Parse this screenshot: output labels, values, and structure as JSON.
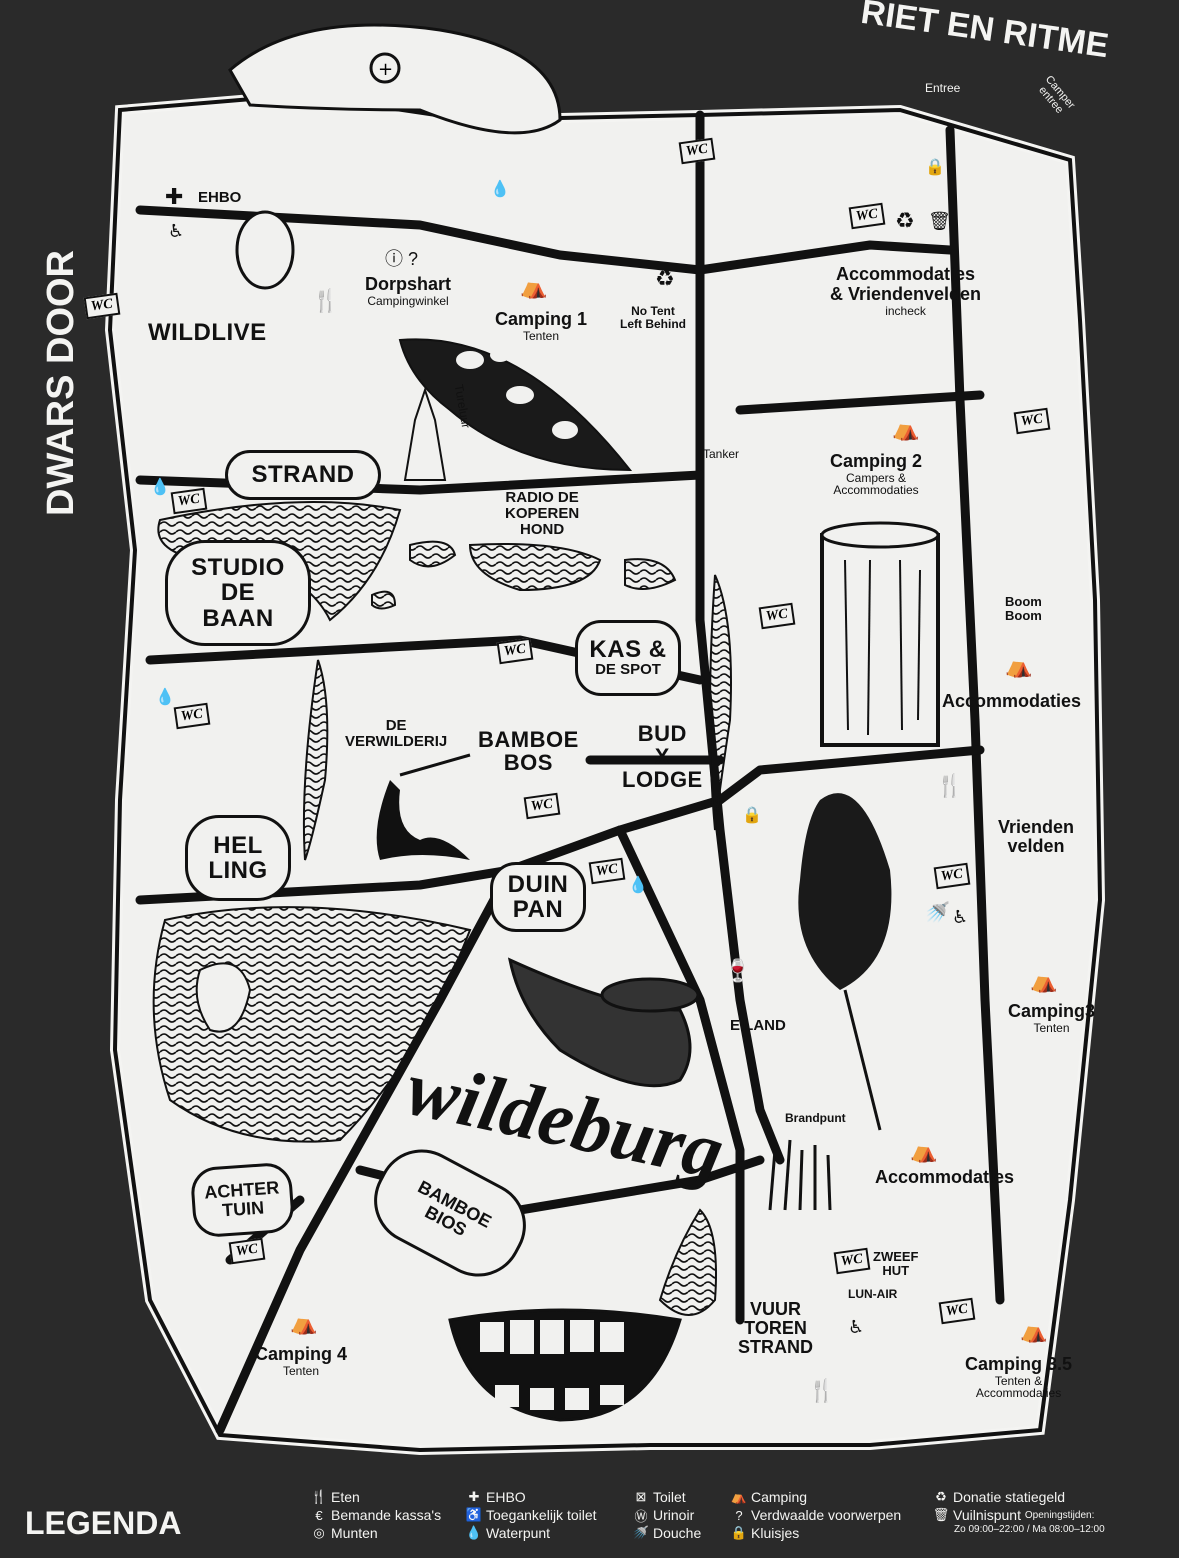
{
  "corners": {
    "top_left": "DWARS DOOR",
    "top_right": "RIET EN RITME",
    "legend_title": "LEGENDA"
  },
  "entrances": {
    "main": "Entree",
    "camper": "Camper entree"
  },
  "brand": "wildeburg",
  "areas": {
    "wildlive": "WILDLIVE",
    "ehbo": "EHBO",
    "dorpshart": "Dorpshart",
    "dorpshart_sub": "Campingwinkel",
    "camping1": "Camping 1",
    "camping1_sub": "Tenten",
    "no_tent": "No Tent",
    "no_tent2": "Left Behind",
    "accommodaties_top": "Accommodaties",
    "accommodaties_top2": "& Vriendenvelden",
    "accommodaties_top_sub": "incheck",
    "tureluur": "Tureluur",
    "strand": "STRAND",
    "radio1": "RADIO DE",
    "radio2": "KOPEREN",
    "radio3": "HOND",
    "tanker": "Tanker",
    "camping2": "Camping 2",
    "camping2_sub1": "Campers &",
    "camping2_sub2": "Accommodaties",
    "boom1": "Boom",
    "boom2": "Boom",
    "studio1": "STUDIO",
    "studio2": "DE",
    "studio3": "BAAN",
    "kas1": "KAS &",
    "kas2": "DE SPOT",
    "accommodaties_mid": "Accommodaties",
    "verwilderij1": "DE",
    "verwilderij2": "VERWILDERIJ",
    "bamboebos1": "BAMBOE",
    "bamboebos2": "BOS",
    "bud1": "BUD",
    "bud2": "X",
    "bud3": "LODGE",
    "vrienden1": "Vrienden",
    "vrienden2": "velden",
    "helling1": "HEL",
    "helling2": "LING",
    "duinpan1": "DUIN",
    "duinpan2": "PAN",
    "eiland": "EILAND",
    "camping3": "Camping3",
    "camping3_sub": "Tenten",
    "brandpunt": "Brandpunt",
    "accommodaties_low": "Accommodaties",
    "achtertuin1": "ACHTER",
    "achtertuin2": "TUIN",
    "bamboebios1": "BAMBOE",
    "bamboebios2": "BIOS",
    "zweefhut1": "ZWEEF",
    "zweefhut2": "HUT",
    "lunair": "LUN-AIR",
    "vuur1": "VUUR",
    "vuur2": "TOREN",
    "vuur3": "STRAND",
    "camping35": "Camping 3.5",
    "camping35_sub1": "Tenten &",
    "camping35_sub2": "Accommodaties",
    "camping4": "Camping 4",
    "camping4_sub": "Tenten"
  },
  "wc_label": "WC",
  "legend": {
    "col1": [
      "Eten",
      "Bemande kassa's",
      "Munten"
    ],
    "col2": [
      "EHBO",
      "Toegankelijk toilet",
      "Waterpunt"
    ],
    "col3": [
      "Toilet",
      "Urinoir",
      "Douche"
    ],
    "col4": [
      "Camping",
      "Verdwaalde voorwerpen",
      "Kluisjes"
    ],
    "col5": [
      "Donatie statiegeld",
      "Vuilnispunt",
      "Openingstijden:"
    ],
    "hours": "Zo 09:00–22:00 / Ma 08:00–12:00"
  },
  "icons": {
    "col1": [
      "fork-knife-icon",
      "cash-register-icon",
      "coin-icon"
    ],
    "col2": [
      "first-aid-cross-icon",
      "wheelchair-icon",
      "water-drop-icon"
    ],
    "col3": [
      "toilet-wc-icon",
      "urinal-icon",
      "shower-icon"
    ],
    "col4": [
      "tent-icon",
      "question-mark-icon",
      "lock-icon"
    ],
    "col5": [
      "recycle-icon",
      "trash-bin-icon"
    ]
  },
  "colors": {
    "background": "#2a2a2a",
    "paper": "#f1f1ef",
    "ink": "#111111"
  }
}
